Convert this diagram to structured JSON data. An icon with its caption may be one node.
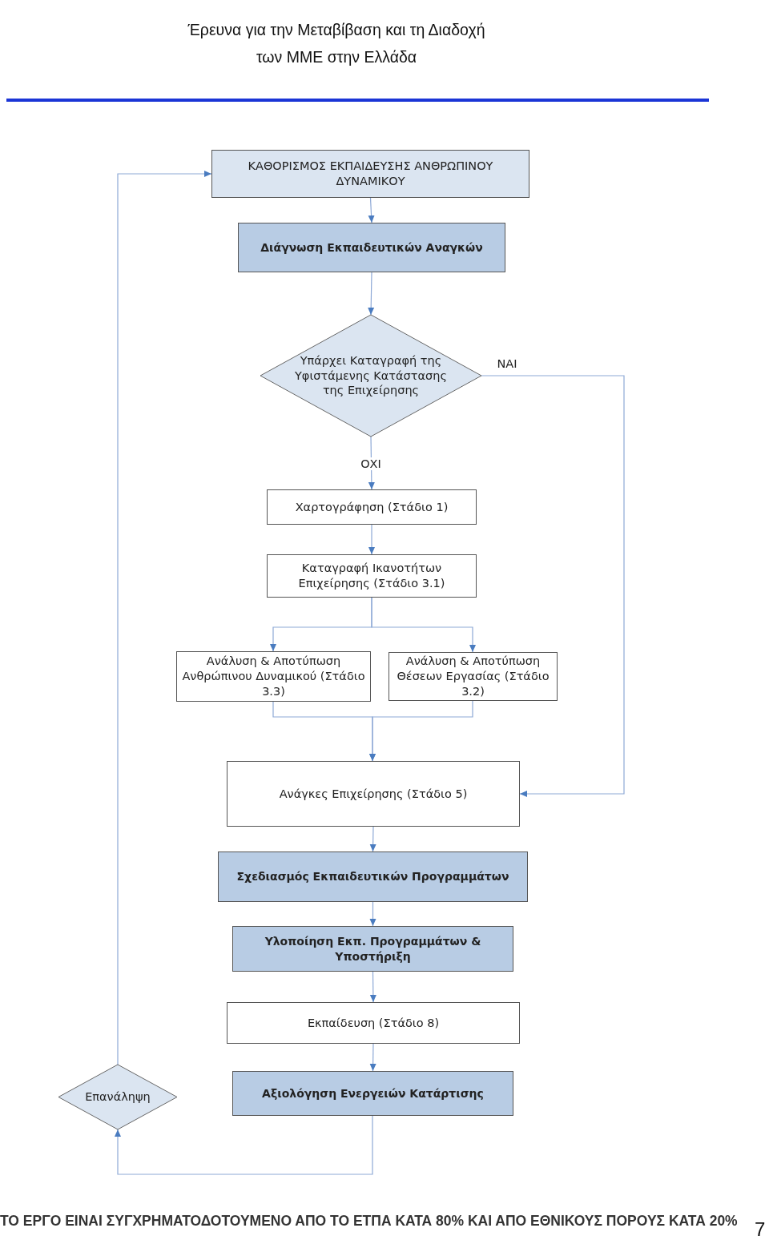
{
  "diagram": {
    "title": "Έρευνα για την Μεταβίβαση και τη Διαδοχή των ΜΜΕ στην Ελλάδα",
    "nodes": [
      {
        "text": [
          "ΚΑΘΟΡΙΣΜΟΣ ΕΚΠΑΙΔΕΥΣΗΣ ΑΝΘΡΩΠΙΝΟΥ ΔΥΝΑΜΙΚΟΥ"
        ]
      },
      {
        "text": [
          "Διάγνωση Εκπαιδευτικών Αναγκών"
        ]
      },
      {
        "text": [
          "Υπάρχει Καταγραφή της Υφιστάμενης Κατάστασης της Επιχείρησης"
        ]
      },
      {
        "text": [
          "Χαρτογράφηση (Στάδιο 1)"
        ]
      },
      {
        "text": [
          "Καταγραφή Ικανοτήτων Επιχείρησης (Στάδιο 3.1)"
        ]
      },
      {
        "text": [
          "Ανάλυση & Αποτύπωση Ανθρώπινου Δυναμικού (Στάδιο 3.3)"
        ]
      },
      {
        "text": [
          "Ανάλυση & Αποτύπωση Θέσεων Εργασίας (Στάδιο 3.2)"
        ]
      },
      {
        "text": [
          "Ανάγκες Επιχείρησης (Στάδιο 5)"
        ]
      },
      {
        "text": [
          "Σχεδιασμός Εκπαιδευτικών Προγραμμάτων"
        ]
      },
      {
        "text": [
          "Υλοποίηση Εκπ. Προγραμμάτων & Υποστήριξη"
        ]
      },
      {
        "text": [
          "Εκπαίδευση (Στάδιο 8)"
        ]
      },
      {
        "text": [
          "Αξιολόγηση Ενεργειών Κατάρτισης"
        ]
      },
      {
        "text": [
          "Επανάληψη"
        ]
      }
    ],
    "edges": [
      {
        "from": 0,
        "to": 1,
        "arrow": "to"
      },
      {
        "from": 1,
        "to": 2,
        "arrow": "to"
      },
      {
        "from": 2,
        "to": 3,
        "arrow": "to",
        "label": "ΟΧΙ"
      },
      {
        "from": 2,
        "to": 7,
        "arrow": "to",
        "label": "ΝΑΙ"
      },
      {
        "from": 3,
        "to": 4,
        "arrow": "to"
      },
      {
        "from": 4,
        "to": 5,
        "arrow": "to"
      },
      {
        "from": 4,
        "to": 6,
        "arrow": "to"
      },
      {
        "from": 5,
        "to": 7,
        "arrow": "to"
      },
      {
        "from": 6,
        "to": 7,
        "arrow": "to"
      },
      {
        "from": 7,
        "to": 8,
        "arrow": "to"
      },
      {
        "from": 8,
        "to": 9,
        "arrow": "to"
      },
      {
        "from": 9,
        "to": 10,
        "arrow": "to"
      },
      {
        "from": 10,
        "to": 11,
        "arrow": "to"
      },
      {
        "from": 11,
        "to": 12,
        "arrow": "to"
      },
      {
        "from": 12,
        "to": 0,
        "arrow": "to"
      }
    ],
    "labels": [
      "ΤΟ ΕΡΓΟ ΕΙΝΑΙ ΣΥΓΧΡΗΜΑΤΟΔΟΤΟΥΜΕΝΟ ΑΠΟ ΤΟ ΕΤΠΑ ΚΑΤΑ 80% ΚΑΙ ΑΠΟ ΕΘΝΙΚΟΥΣ ΠΟΡΟΥΣ ΚΑΤΑ 20%",
      "7"
    ]
  }
}
